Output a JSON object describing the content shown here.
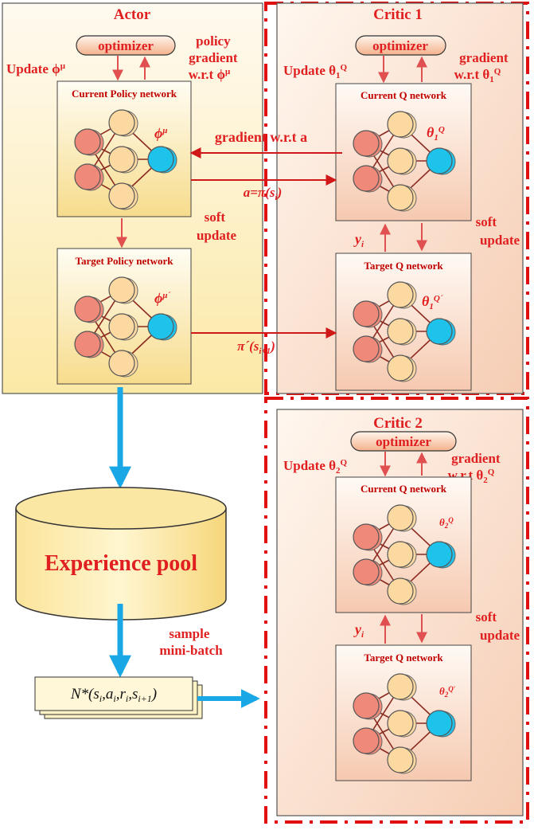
{
  "actor": {
    "title": "Actor",
    "optimizer": "optimizer",
    "update": "Update ϕ",
    "update_sup": "μ",
    "gradient_lines": [
      "policy",
      "gradient",
      "w.r.t ϕ"
    ],
    "gradient_sup": "μ",
    "current_net": "Current Policy network",
    "current_param": "ϕ",
    "current_param_sup": "μ",
    "soft_update": [
      "soft",
      "update"
    ],
    "target_net": "Target Policy network",
    "target_param": "ϕ",
    "target_param_sup": "μ´"
  },
  "critic1": {
    "title": "Critic 1",
    "optimizer": "optimizer",
    "update": "Update θ",
    "update_sub": "1",
    "update_sup": "Q",
    "gradient_lines": [
      "gradient",
      "w.r.t θ"
    ],
    "gradient_sub": "1",
    "gradient_sup": "Q",
    "current_net": "Current Q network",
    "current_param": "θ",
    "current_param_sub": "1",
    "current_param_sup": "Q",
    "y_label": "y",
    "y_sub": "i",
    "soft_update": [
      "soft",
      "update"
    ],
    "target_net": "Target Q network",
    "target_param": "θ",
    "target_param_sub": "1",
    "target_param_sup": "Q´"
  },
  "critic2": {
    "title": "Critic 2",
    "optimizer": "optimizer",
    "update": "Update θ",
    "update_sub": "2",
    "update_sup": "Q",
    "gradient_lines": [
      "gradient",
      "w.r.t θ"
    ],
    "gradient_sub": "2",
    "gradient_sup": "Q",
    "current_net": "Current Q network",
    "current_param": "θ",
    "current_param_sub": "2",
    "current_param_sup": "Q",
    "y_label": "y",
    "y_sub": "i",
    "soft_update": [
      "soft",
      "update"
    ],
    "target_net": "Target Q network",
    "target_param": "θ",
    "target_param_sub": "2",
    "target_param_sup": "Q′"
  },
  "links": {
    "gradient_wrt_a": "gradient w.r.t a",
    "action": "a=π(s",
    "action_sub": "i",
    "action_close": ")",
    "target_action": "π´(s",
    "target_action_sub": "i+1",
    "target_action_close": ")"
  },
  "experience_pool": "Experience pool",
  "sample_lines": [
    "sample",
    "mini-batch"
  ],
  "minibatch": "N*(s",
  "minibatch_rest": [
    ",a",
    ",r",
    ",s"
  ],
  "minibatch_subs": [
    "i",
    "i",
    "i",
    "i+1"
  ],
  "colors": {
    "label_red": "#e02020",
    "arrow_red": "#e05050",
    "dash_red": "#e01010",
    "flow_blue": "#1aa7e6",
    "input_node": "#ef8a7a",
    "hidden_node": "#fcd9a0",
    "output_node": "#1ec3ec",
    "edge_brown": "#8a2a20",
    "panel_yellow": "#fdf0c0",
    "panel_pink": "#f9dcc8"
  }
}
